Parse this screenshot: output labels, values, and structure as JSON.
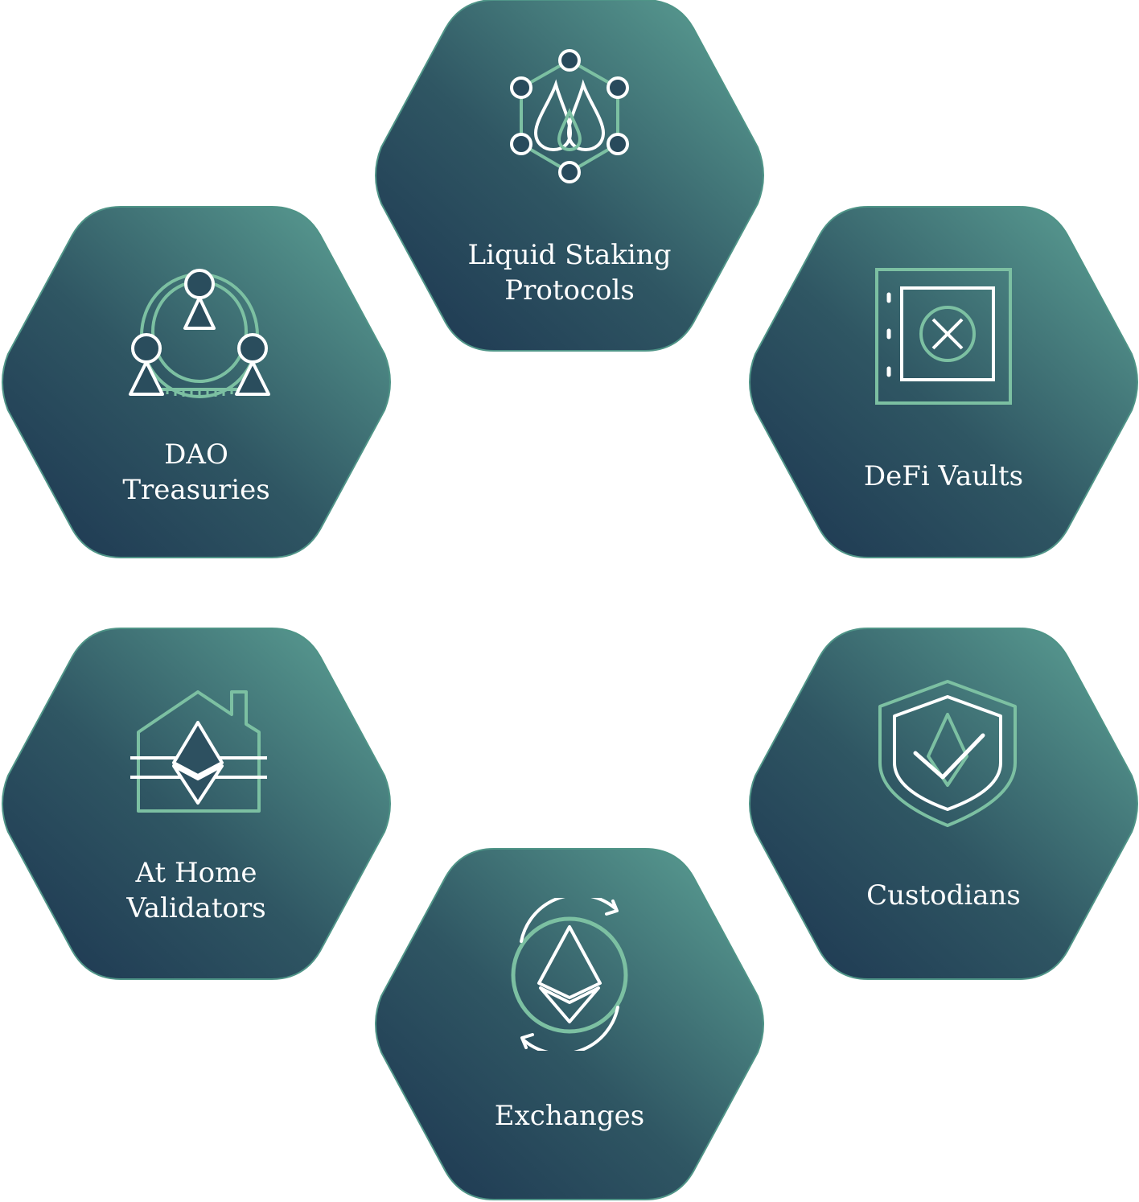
{
  "colors": {
    "gradient_dark": "#1f3a53",
    "gradient_light": "#56978d",
    "border": "#4f9487",
    "icon_accent": "#7cc0a2",
    "icon_white": "#ffffff"
  },
  "hexagons": {
    "liquid_staking": {
      "line1": "Liquid Staking",
      "line2": "Protocols",
      "icon": "liquid-staking-icon"
    },
    "dao_treasuries": {
      "line1": "DAO",
      "line2": "Treasuries",
      "icon": "dao-treasury-icon"
    },
    "defi_vaults": {
      "line1": "DeFi Vaults",
      "icon": "vault-icon"
    },
    "at_home_validators": {
      "line1": "At Home",
      "line2": "Validators",
      "icon": "home-validator-icon"
    },
    "custodians": {
      "line1": "Custodians",
      "icon": "shield-check-icon"
    },
    "exchanges": {
      "line1": "Exchanges",
      "icon": "exchange-eth-icon"
    }
  }
}
